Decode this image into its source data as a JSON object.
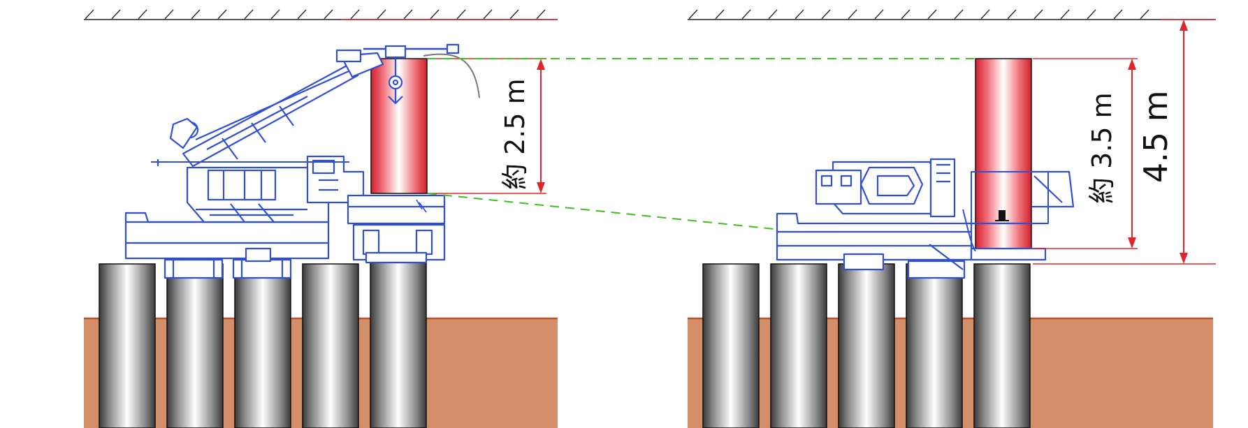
{
  "colors": {
    "machine_blue": "#2f4fd6",
    "existing_pile_gray": "#9a9a9a",
    "new_pile_red": "#e8404c",
    "soil": "#d48f6a",
    "soil_line": "#b8522a",
    "dimension_red": "#e0252b",
    "sightline_green": "#3fbf1e",
    "ceiling_hatch": "#222222"
  },
  "left_scene": {
    "dimension_label": "約 2.5 m"
  },
  "right_scene": {
    "inner_dimension_label": "約 3.5 m",
    "outer_dimension_label": "4.5 m"
  },
  "icons": [
    "crane-boom-icon",
    "pile-press-machine-icon",
    "clamp-hook-icon"
  ]
}
